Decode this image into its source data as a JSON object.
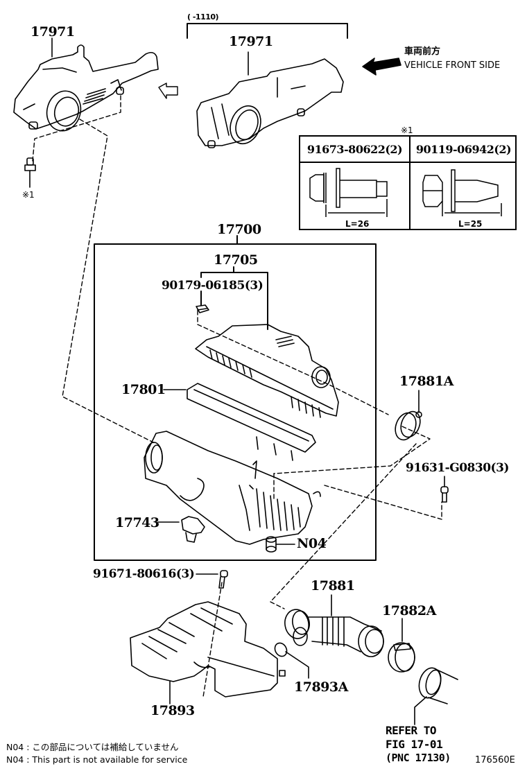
{
  "diagram": {
    "type": "exploded-parts-diagram",
    "figure_id": "176560E",
    "top_bracket_note": "(      -1110)",
    "vehicle_direction": {
      "label_jp": "車両前方",
      "label_en": "VEHICLE FRONT SIDE",
      "icon": "arrow-left-icon"
    },
    "fastener_table": {
      "marker": "※1",
      "columns": [
        {
          "part_no": "91673-80622(2)",
          "length": "L=26",
          "icon": "flange-bolt-icon"
        },
        {
          "part_no": "90119-06942(2)",
          "length": "L=25",
          "icon": "hex-bolt-with-washer-icon"
        }
      ]
    },
    "parts": {
      "p17971_left": "17971",
      "p17971_center": "17971",
      "marker_left_bolt": "※1",
      "assembly_17700": "17700",
      "sub_17705": "17705",
      "clip_90179": "90179-06185(3)",
      "filter_17801": "17801",
      "clamp_17881A": "17881A",
      "bolt_91631": "91631-G0830(3)",
      "sensor_17743": "17743",
      "n04": "N04",
      "bolt_91671": "91671-80616(3)",
      "hose_17881": "17881",
      "clamp_17882A": "17882A",
      "clamp_17893A": "17893A",
      "resonator_17893": "17893"
    },
    "refer": {
      "line1": "REFER TO",
      "line2": "FIG 17-01",
      "line3": "(PNC 17130)"
    },
    "notes": [
      "N04 : この部品については補給していません",
      "N04 : This part is not available for service"
    ]
  }
}
